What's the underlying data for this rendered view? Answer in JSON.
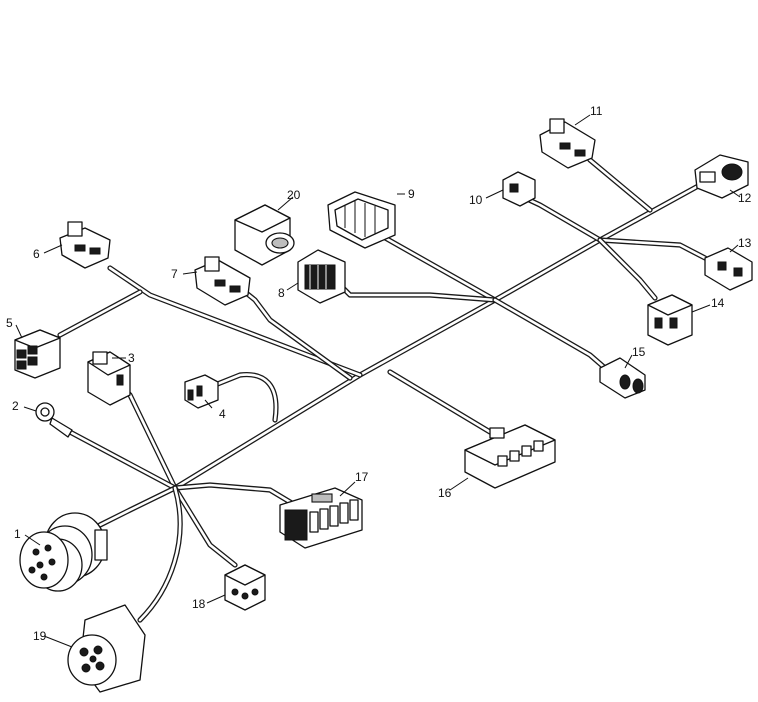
{
  "callouts": [
    {
      "id": "1",
      "label": "1"
    },
    {
      "id": "2",
      "label": "2"
    },
    {
      "id": "3",
      "label": "3"
    },
    {
      "id": "4",
      "label": "4"
    },
    {
      "id": "5",
      "label": "5"
    },
    {
      "id": "6",
      "label": "6"
    },
    {
      "id": "7",
      "label": "7"
    },
    {
      "id": "8",
      "label": "8"
    },
    {
      "id": "9",
      "label": "9"
    },
    {
      "id": "10",
      "label": "10"
    },
    {
      "id": "11",
      "label": "11"
    },
    {
      "id": "12",
      "label": "12"
    },
    {
      "id": "13",
      "label": "13"
    },
    {
      "id": "14",
      "label": "14"
    },
    {
      "id": "15",
      "label": "15"
    },
    {
      "id": "16",
      "label": "16"
    },
    {
      "id": "17",
      "label": "17"
    },
    {
      "id": "18",
      "label": "18"
    },
    {
      "id": "19",
      "label": "19"
    },
    {
      "id": "20",
      "label": "20"
    }
  ],
  "colors": {
    "line": "#111111",
    "background": "#ffffff",
    "shade": "#bdbdbd"
  }
}
